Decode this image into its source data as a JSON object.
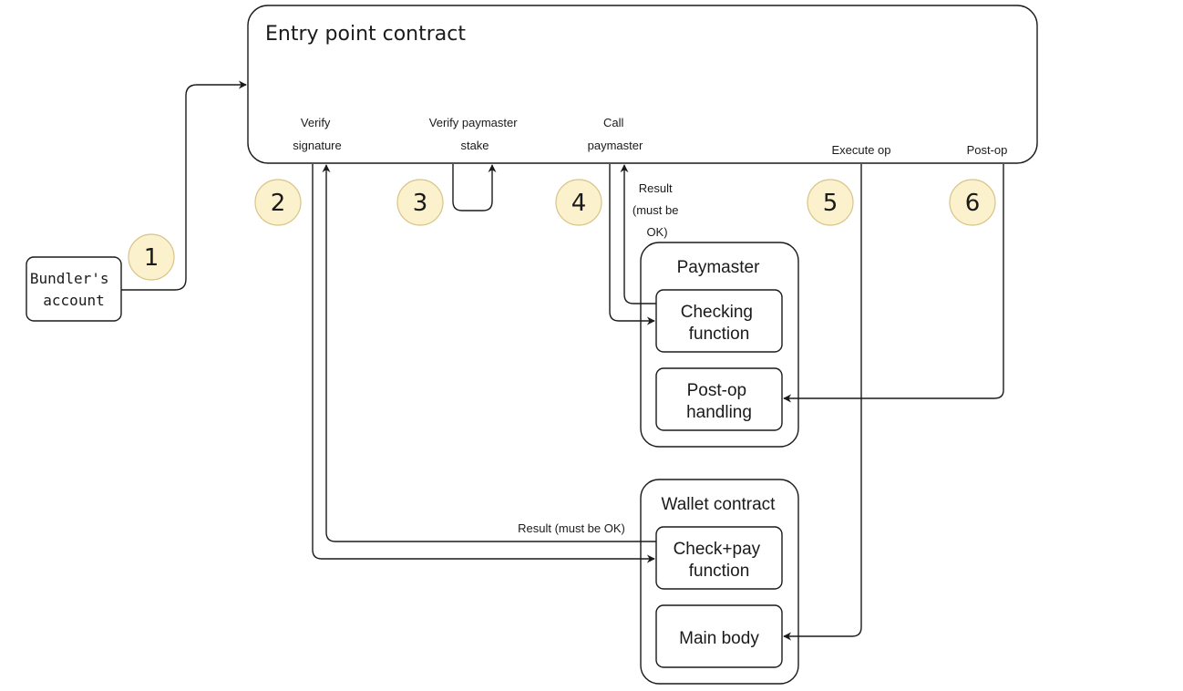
{
  "entry_point": {
    "title": "Entry point contract"
  },
  "steps": {
    "verify_signature": [
      "Verify",
      "signature"
    ],
    "verify_paymaster_stake": [
      "Verify paymaster",
      "stake"
    ],
    "call_paymaster": [
      "Call",
      "paymaster"
    ],
    "execute_op": "Execute op",
    "post_op": "Post-op"
  },
  "badges": [
    "1",
    "2",
    "3",
    "4",
    "5",
    "6"
  ],
  "bundler": {
    "label": [
      "Bundler's",
      "account"
    ]
  },
  "paymaster": {
    "title": "Paymaster",
    "checking_function": [
      "Checking",
      "function"
    ],
    "post_op_handling": [
      "Post-op",
      "handling"
    ],
    "result_note": [
      "Result",
      "(must be",
      "OK)"
    ]
  },
  "wallet": {
    "title": "Wallet contract",
    "check_pay_function": [
      "Check+pay",
      "function"
    ],
    "main_body": "Main body",
    "result_note": "Result (must be OK)"
  },
  "colors": {
    "badge_fill": "#fbf1cd",
    "badge_stroke": "#d8c487",
    "line": "#1a1a1a"
  }
}
